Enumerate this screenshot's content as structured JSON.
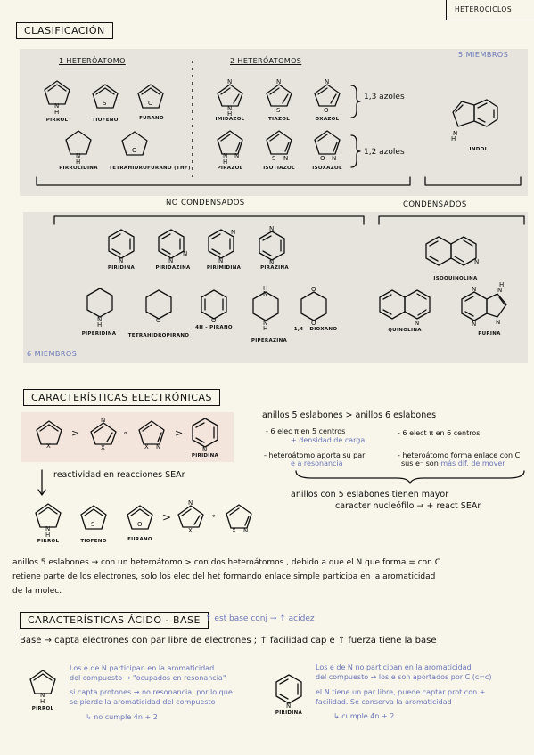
{
  "header": {
    "tag": "HETEROCICLOS"
  },
  "clasificacion": {
    "title": "CLASIFICACIÓN",
    "cinco_miembros": "5 MIEMBROS",
    "seis_miembros": "6 MIEMBROS",
    "un_heteroatomo": "1 HETERÓATOMO",
    "dos_heteroatomos": "2 HETERÓATOMOS",
    "azoles_13": "1,3 azoles",
    "azoles_12": "1,2 azoles",
    "no_condensados": "NO CONDENSADOS",
    "condensados": "CONDENSADOS",
    "molecules": {
      "pirrol": "PIRROL",
      "tiofeno": "TIOFENO",
      "furano": "FURANO",
      "pirrolidina": "PIRROLIDINA",
      "thf": "TETRAHIDROFURANO (THF)",
      "imidazol": "IMIDAZOL",
      "tiazol": "TIAZOL",
      "oxazol": "OXAZOL",
      "pirazol": "PIRAZOL",
      "isotiazol": "ISOTIAZOL",
      "isoxazol": "ISOXAZOL",
      "indol": "INDOL",
      "piridina": "PIRIDINA",
      "piridazina": "PIRIDAZINA",
      "pirimidina": "PIRIMIDINA",
      "pirazina": "PIRAZINA",
      "piperidina": "PIPERIDINA",
      "thp": "TETRAHIDROPIRANO",
      "pirano": "4H - PIRANO",
      "piperazina": "PIPERAZINA",
      "dioxano": "1,4 - DIOXANO",
      "isoquinolina": "ISOQUINOLINA",
      "quinolina": "QUINOLINA",
      "purina": "PURINA"
    },
    "atoms": {
      "N": "N",
      "H": "H",
      "S": "S",
      "O": "O",
      "X": "X"
    }
  },
  "electronicas": {
    "title": "CARACTERÍSTICAS ELECTRÓNICAS",
    "piridina": "PIRIDINA",
    "line1": "anillos 5 eslabones > anillos 6 eslabones",
    "c1a": "- 6 elec π en 5 centros",
    "c1b": "+ densidad de carga",
    "c2a": "- 6 elect π en 6 centros",
    "c3a": "- heteroátomo aporta su par",
    "c3b": "e a resonancia",
    "c4a": "- heteroátomo forma enlace con C",
    "c4b_black": "sus e⁻ son",
    "c4b_blue": "más dif. de mover",
    "reactividad": "reactividad en reacciones SEAr",
    "mayor1": "anillos con 5 eslabones tienen mayor",
    "mayor2": "caracter nucleófilo → + react SEAr",
    "pirrol": "PIRROL",
    "tiofeno": "TIOFENO",
    "furano": "FURANO",
    "para1": "anillos 5 eslabones → con un heteroátomo > con dos heteroátomos , debido a que el N que forma = con C",
    "para2": "retiene parte de los electrones, solo los elec del het formando enlace simple participa en la aromaticidad",
    "para3": "de la molec."
  },
  "acido_base": {
    "title": "CARACTERÍSTICAS ÁCIDO - BASE",
    "note": "↑ est base conj → ↑ acidez",
    "base_line": "Base → capta electrones con par libre de electrones ; ↑ facilidad cap e ↑ fuerza tiene la base",
    "pirrol": "PIRROL",
    "piridina": "PIRIDINA",
    "left1": "Los e de N participan en la aromaticidad",
    "left2": "del compuesto → \"ocupados en resonancia\"",
    "left3": "si capta protones → no resonancia, por lo que",
    "left4": "se pierde la aromaticidad del compuesto",
    "left5": "↳ no cumple 4n + 2",
    "right1": "Los e de N no participan en la aromaticidad",
    "right2": "del compuesto → los e son aportados por C (c=c)",
    "right3": "el N tiene un par libre, puede captar prot con +",
    "right4": "facilidad. Se conserva la aromaticidad",
    "right5": "↳ cumple 4n + 2"
  }
}
